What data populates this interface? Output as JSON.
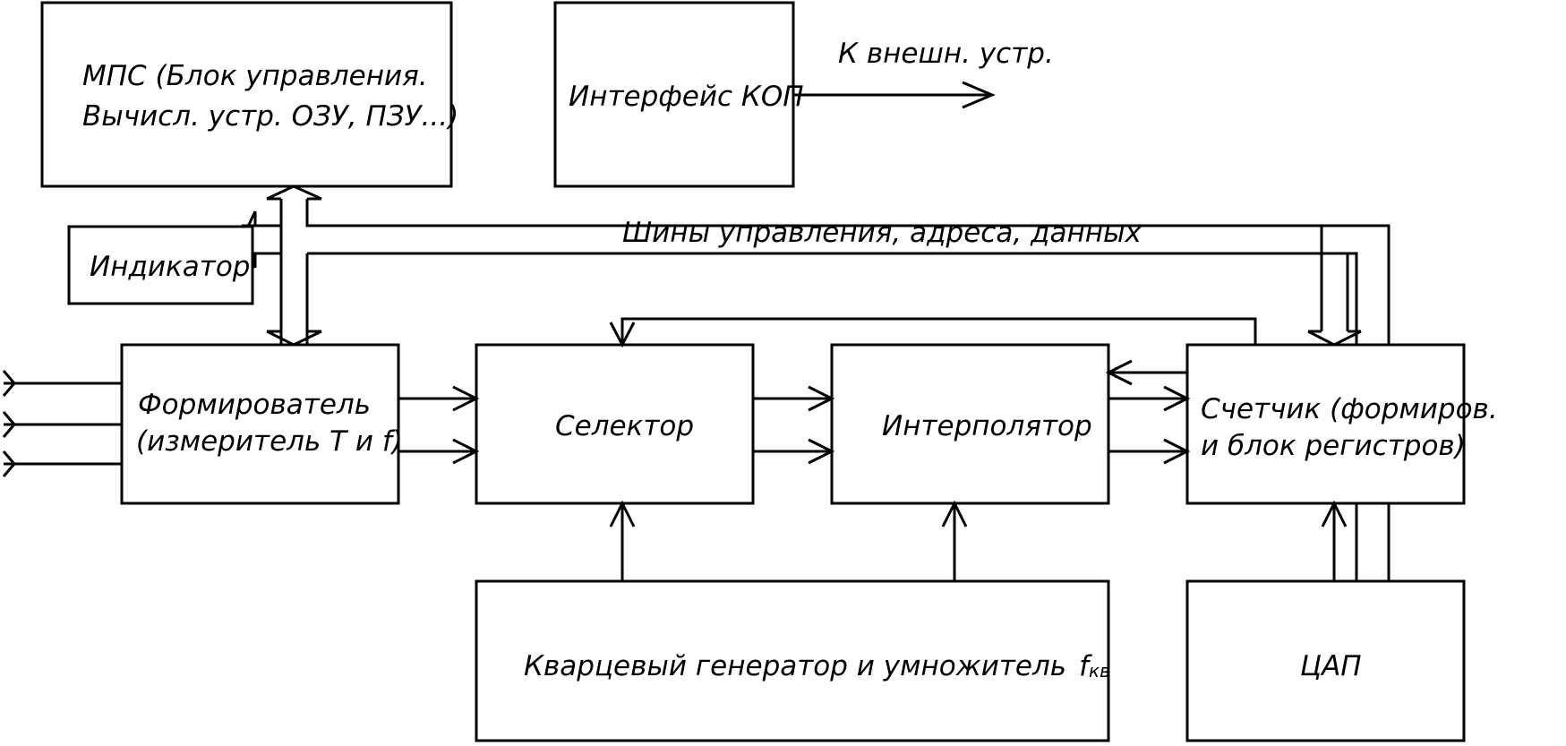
{
  "blocks": {
    "mps": {
      "line1": "МПС    (Блок управления.",
      "line2": "Вычисл. устр. ОЗУ, ПЗУ...)"
    },
    "interface": {
      "label": "Интерфейс КОП"
    },
    "indicator": {
      "label": "Индикатор"
    },
    "shaper": {
      "line1": "Формирователь",
      "line2": "(измеритель Т и f)"
    },
    "selector": {
      "label": "Селектор"
    },
    "interpolator": {
      "label": "Интерполятор"
    },
    "counter": {
      "line1": "Счетчик (формиров.",
      "line2": "и блок регистров)"
    },
    "generator": {
      "label": "Кварцевый генератор и умножитель",
      "symbol": "f",
      "subscript": "кв"
    },
    "dac": {
      "label": "ЦАП"
    }
  },
  "labels": {
    "external": "К внешн. устр.",
    "bus": "Шины управления, адреса, данных"
  }
}
